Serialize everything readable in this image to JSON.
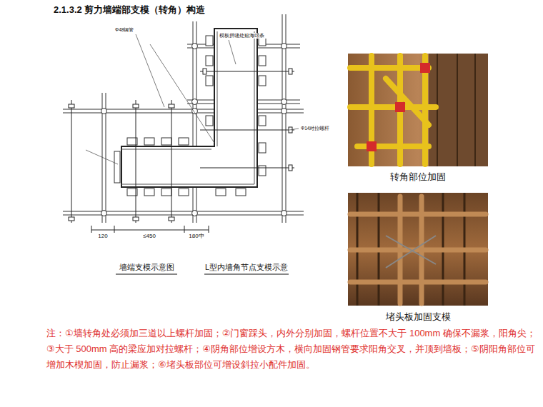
{
  "diagram": {
    "title": "2.1.3.2 剪力墙端部支模（转角）构造",
    "labels": [
      "墙端支模示意图",
      "L型内墙角节点支模示意",
      "120",
      "≤450",
      "180中",
      "转角部位加固",
      "堵头板加固支模",
      "注：①墙转角处必须加三道以上螺杆加固；②门窗踩头，内外分别加固，螺杆位置不大于 100mm 确保不漏浆，阳角尖；③大于 500mm 高的梁应加对拉螺杆；④阴角部位增设方木，横向加固钢管要求阳角交叉，并顶到墙板；⑤阴阳角部位可增加木楔加固，防止漏浆；⑥堵头板部位可增设斜拉小配件加固。",
      "Φ48钢管",
      "模板拼缝处贴海绵条",
      "Φ14对拉螺杆"
    ]
  }
}
